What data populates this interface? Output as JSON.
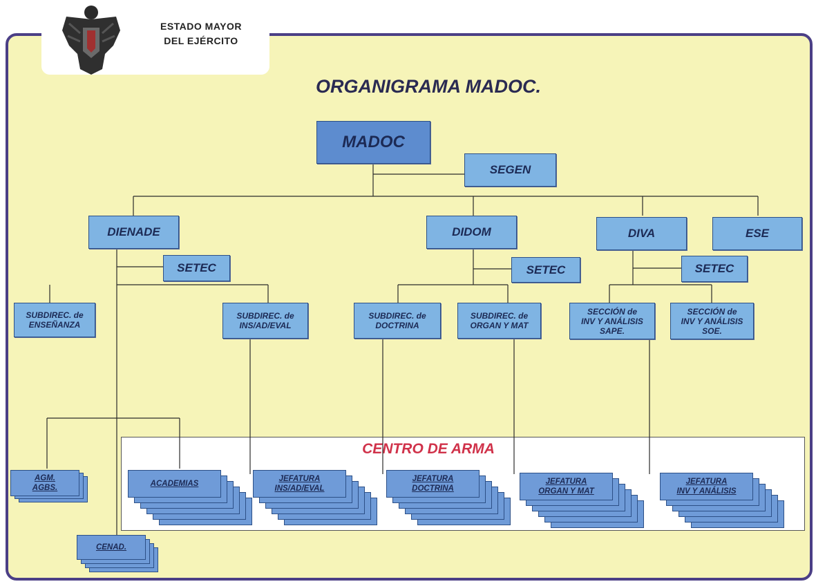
{
  "header": {
    "line1": "ESTADO MAYOR",
    "line2": "DEL EJÉRCITO"
  },
  "title": "ORGANIGRAMA MADOC.",
  "nodes": {
    "madoc": "MADOC",
    "segen": "SEGEN",
    "dienade": "DIENADE",
    "didom": "DIDOM",
    "diva": "DIVA",
    "ese": "ESE",
    "setec1": "SETEC",
    "setec2": "SETEC",
    "setec3": "SETEC",
    "subdir_ensenanza": "SUBDIREC. de\nENSEÑANZA",
    "subdir_ins": "SUBDIREC. de\nINS/AD/EVAL",
    "subdir_doctrina": "SUBDIREC. de\nDOCTRINA",
    "subdir_organ": "SUBDIREC. de\nORGAN Y MAT",
    "seccion_sape": "SECCIÓN de\nINV Y ANÁLISIS\nSAPE.",
    "seccion_soe": "SECCIÓN de\nINV Y ANÁLISIS\nSOE."
  },
  "centro_de_arma": "CENTRO DE ARMA",
  "stacks": {
    "agm": "AGM.\nAGBS.",
    "academias": "ACADEMIAS",
    "jef_ins": "JEFATURA\nINS/AD/EVAL",
    "jef_doctrina": "JEFATURA\nDOCTRINA",
    "jef_organ": "JEFATURA\nORGAN Y MAT",
    "jef_inv": "JEFATURA\nINV Y ANÁLISIS",
    "cenad": "CENAD."
  },
  "colors": {
    "border": "#4b3f86",
    "background": "#f6f4b8",
    "box": "#7fb4e3",
    "accent": "#d0324a"
  }
}
